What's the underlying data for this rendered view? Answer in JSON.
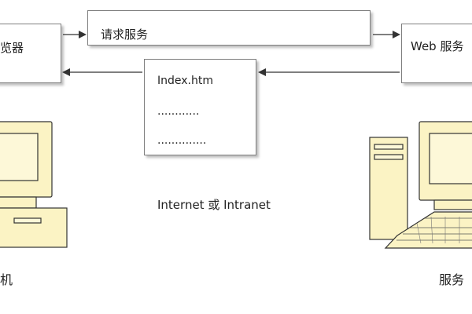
{
  "client_box_label": "览器",
  "server_box_label": "Web 服务",
  "request_label": "请求服务",
  "document": {
    "filename": "Index.htm",
    "line2": "............",
    "line3": "..............",
    "lines": 3
  },
  "network_label": "Internet 或 Intranet",
  "client_computer_label": "机",
  "server_computer_label": "服务",
  "colors": {
    "computer_fill": "#fbf3c4",
    "computer_stroke": "#333333",
    "arrow": "#333333",
    "box_border": "#7f7f7f"
  }
}
